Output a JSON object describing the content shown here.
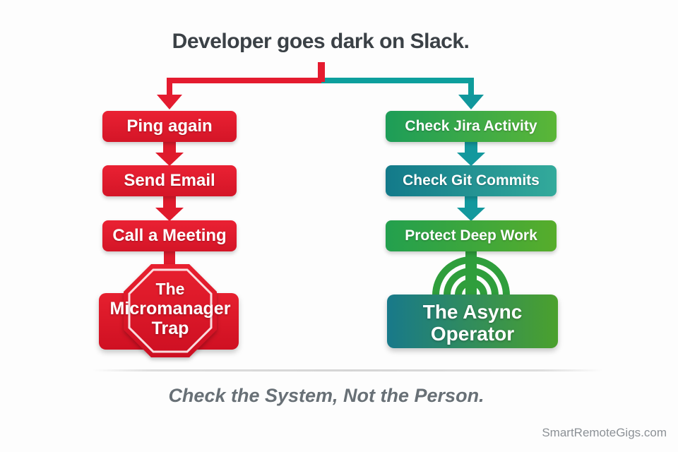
{
  "title": "Developer goes dark on Slack.",
  "left_branch": {
    "steps": [
      "Ping again",
      "Send Email",
      "Call a Meeting"
    ],
    "result_lines": [
      "The",
      "Micromanager",
      "Trap"
    ]
  },
  "right_branch": {
    "steps": [
      "Check Jira Activity",
      "Check Git Commits",
      "Protect Deep Work"
    ],
    "result_lines": [
      "The Async",
      "Operator"
    ]
  },
  "footer": {
    "quote": "Check the System, Not the Person.",
    "watermark": "SmartRemoteGigs.com"
  },
  "icons": {
    "left_result_shape": "stop-octagon-icon",
    "right_result_shape": "signal-arcs-icon"
  },
  "colors": {
    "red": "#e01b2c",
    "teal": "#13989d",
    "green": "#2f9e3c",
    "jira_gradient": [
      "#1d9d58",
      "#5bb637"
    ],
    "git_gradient": [
      "#137a8a",
      "#33aa9b"
    ],
    "deepwork_gradient": [
      "#23a04e",
      "#57ad2b"
    ],
    "async_gradient": [
      "#18798a",
      "#4ba12d"
    ],
    "title_text": "#3b4146",
    "quote_text": "#687076",
    "background": "#fdfdfd"
  }
}
